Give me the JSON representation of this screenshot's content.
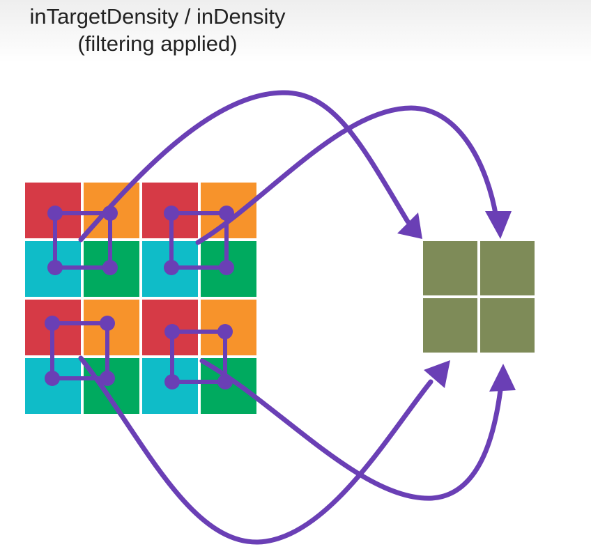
{
  "title": {
    "line1": "inTargetDensity / inDensity",
    "line2": "(filtering applied)"
  },
  "colors": {
    "red": "#d63a46",
    "orange": "#f7932b",
    "cyan": "#0fbcc8",
    "green": "#00aa5f",
    "olive": "#7e8b58",
    "purple": "#6a3fb5",
    "background": "#ffffff"
  },
  "source_grid": {
    "rows": 4,
    "cols": 4,
    "pattern": [
      [
        "red",
        "orange",
        "red",
        "orange"
      ],
      [
        "cyan",
        "green",
        "cyan",
        "green"
      ],
      [
        "red",
        "orange",
        "red",
        "orange"
      ],
      [
        "cyan",
        "green",
        "cyan",
        "green"
      ]
    ]
  },
  "target_grid": {
    "rows": 2,
    "cols": 2,
    "color": "olive"
  },
  "connections": [
    {
      "from": "source-group-top-left",
      "to": "target-cell-top-left"
    },
    {
      "from": "source-group-top-right",
      "to": "target-cell-top-right"
    },
    {
      "from": "source-group-bottom-left",
      "to": "target-cell-bottom-left"
    },
    {
      "from": "source-group-bottom-right",
      "to": "target-cell-bottom-right"
    }
  ]
}
